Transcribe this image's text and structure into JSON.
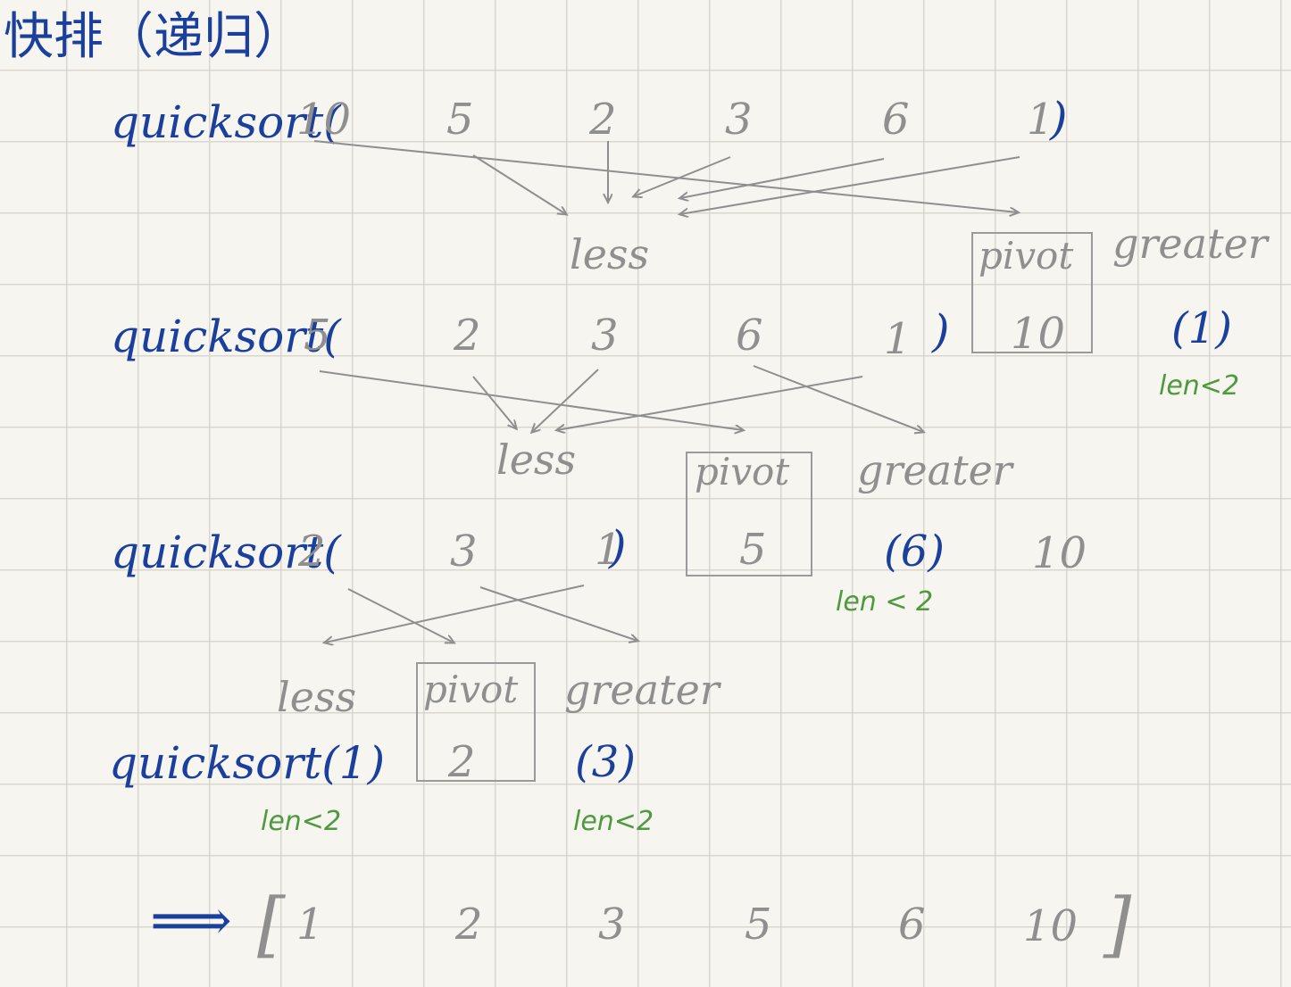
{
  "title": "快排（递归）",
  "labels": {
    "quicksort": "quicksort(",
    "less": "less",
    "pivot": "pivot",
    "greater": "greater",
    "len_lt_2": "len<2",
    "len_lt_2_spaced": "len < 2",
    "len_lt_2_alt": "len<2"
  },
  "level1": {
    "paren_close": ")",
    "values": [
      "10",
      "5",
      "2",
      "3",
      "6",
      "1"
    ],
    "pivot": "10",
    "greater_result": "(1)"
  },
  "level2": {
    "paren_close": ")",
    "values": [
      "5",
      "2",
      "3",
      "6",
      "1"
    ],
    "pivot": "5",
    "greater_result": "(6)",
    "carry": "10"
  },
  "level3": {
    "paren_close": ")",
    "values": [
      "2",
      "3",
      "1"
    ],
    "pivot": "2",
    "greater_result": "(3)"
  },
  "level4": {
    "call": "quicksort(1)"
  },
  "result": {
    "arrow": "⟹",
    "open": "[",
    "close": "]",
    "values": [
      "1",
      "2",
      "3",
      "5",
      "6",
      "10"
    ]
  },
  "colors": {
    "ink_blue": "#1a3f9c",
    "pencil_grey": "#8f8f8f",
    "note_green": "#4f9a3e",
    "paper": "#f7f5ef"
  }
}
